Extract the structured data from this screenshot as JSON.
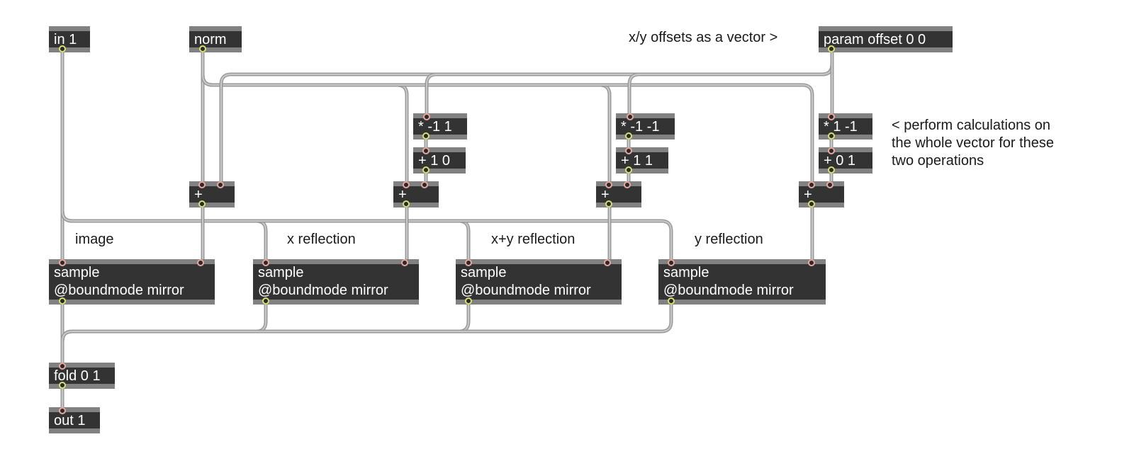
{
  "patcher": {
    "objects": {
      "in1": "in 1",
      "norm": "norm",
      "param": "param offset 0 0",
      "mul_x": "* -1 1",
      "add_x": "+ 1 0",
      "mul_xy": "* -1 -1",
      "add_xy": "+ 1 1",
      "mul_y": "* 1 -1",
      "add_y": "+ 0 1",
      "plus_image": "+",
      "plus_x": "+",
      "plus_xy": "+",
      "plus_y": "+",
      "sample_line1": "sample",
      "sample_line2": "@boundmode mirror",
      "fold": "fold 0 1",
      "out1": "out 1"
    },
    "comments": {
      "offsets": "x/y offsets as a vector >",
      "perform_line1": "< perform calculations on",
      "perform_line2": "the whole vector for these",
      "perform_line3": "two operations",
      "image": "image",
      "x_reflection": "x reflection",
      "xy_reflection": "x+y reflection",
      "y_reflection": "y reflection"
    },
    "colors": {
      "object_body": "#333333",
      "object_edge": "#818181",
      "cord": "#b4b4b4",
      "inlet_ring": "#e8a8a0",
      "outlet_ring": "#d8e070"
    }
  }
}
